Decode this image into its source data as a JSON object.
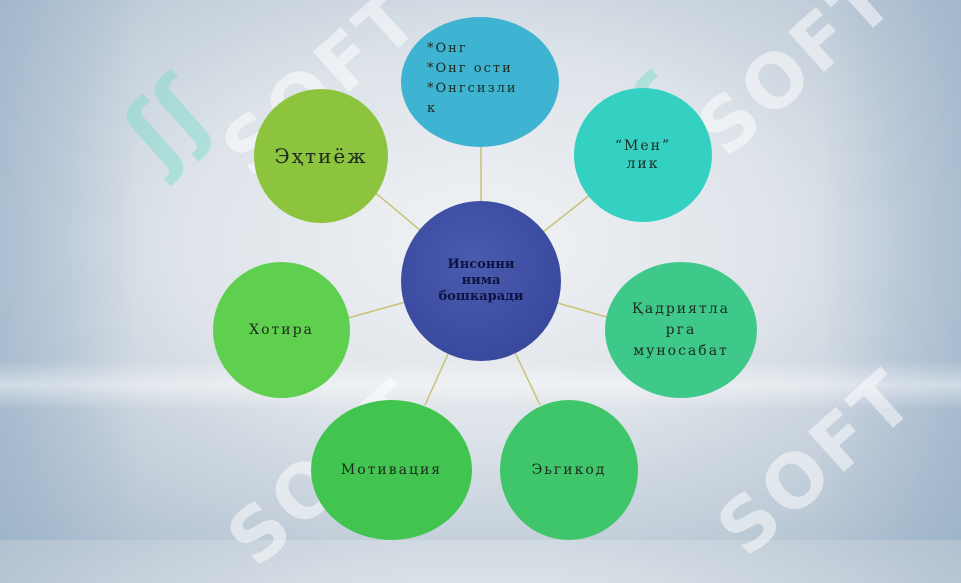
{
  "diagram": {
    "center": {
      "lines": [
        "Инсонни",
        "нима",
        "бошкаради"
      ]
    },
    "nodes": {
      "top": {
        "lines": [
          "*Онг",
          "*Онг ости",
          "*Онгсизли",
          "к"
        ]
      },
      "need": {
        "label": "Эҳтиёж"
      },
      "self": {
        "lines": [
          "“Мен”",
          "лик"
        ]
      },
      "values": {
        "lines": [
          "Қадриятла",
          "рга",
          "муносабат"
        ]
      },
      "memory": {
        "label": "Хотира"
      },
      "motivation": {
        "label": "Мотивация"
      },
      "code": {
        "label": "Эьгикод"
      }
    },
    "watermark": "SOFT",
    "colors": {
      "center": "#3a4a9e",
      "top": "#3fb3d2",
      "need": "#8cc43d",
      "self": "#34d1c2",
      "values": "#3ec98a",
      "memory": "#5ecf4e",
      "motivation": "#41c550",
      "code": "#3fc66a",
      "connector": "#c9c27a"
    }
  }
}
